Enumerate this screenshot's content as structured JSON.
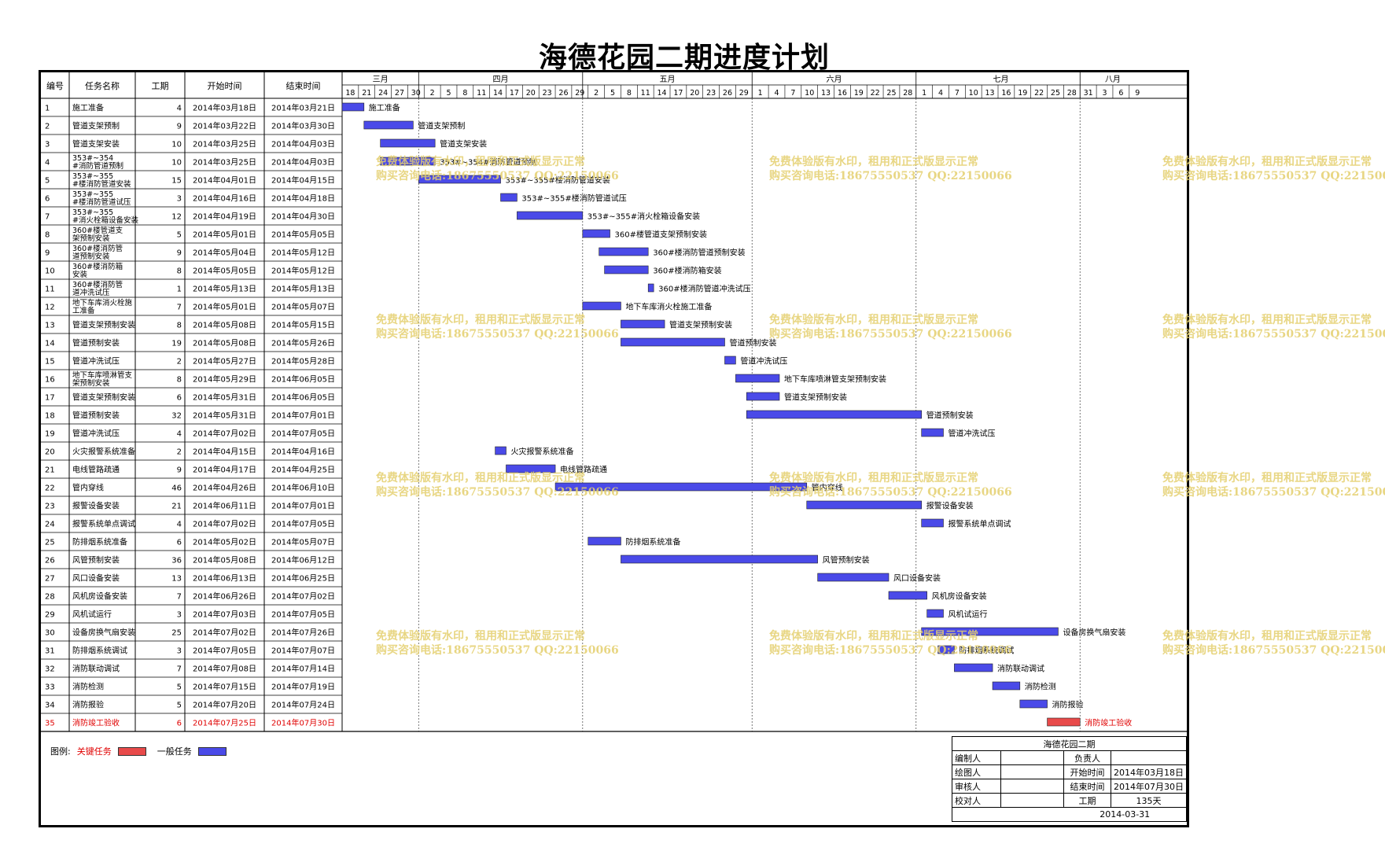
{
  "title": "海德花园二期进度计划",
  "columns": {
    "id": "编号",
    "name": "任务名称",
    "duration": "工期",
    "start": "开始时间",
    "end": "结束时间"
  },
  "timescale": {
    "months": [
      {
        "label": "三月",
        "start": "2014-03-18",
        "end": "2014-03-31"
      },
      {
        "label": "四月",
        "start": "2014-04-01",
        "end": "2014-04-30"
      },
      {
        "label": "五月",
        "start": "2014-05-01",
        "end": "2014-05-31"
      },
      {
        "label": "六月",
        "start": "2014-06-01",
        "end": "2014-06-30"
      },
      {
        "label": "七月",
        "start": "2014-07-01",
        "end": "2014-07-31"
      },
      {
        "label": "八月",
        "start": "2014-07-31",
        "end": "2014-08-11"
      }
    ],
    "ticks": [
      "18",
      "21",
      "24",
      "27",
      "30",
      "2",
      "5",
      "8",
      "11",
      "14",
      "17",
      "20",
      "23",
      "26",
      "29",
      "2",
      "5",
      "8",
      "11",
      "14",
      "17",
      "20",
      "23",
      "26",
      "29",
      "1",
      "4",
      "7",
      "10",
      "13",
      "16",
      "19",
      "22",
      "25",
      "28",
      "1",
      "4",
      "7",
      "10",
      "13",
      "16",
      "19",
      "22",
      "25",
      "28",
      "31",
      "3",
      "6",
      "9"
    ]
  },
  "colors": {
    "normal": "#4a4ae8",
    "critical": "#e84a4a",
    "critical_text": "#e00000",
    "watermark": "#e4cf6e"
  },
  "tasks": [
    {
      "id": "1",
      "name": "施工准备",
      "duration": 4,
      "start": "2014年03月18日",
      "end": "2014年03月21日",
      "bar_label": "施工准备",
      "critical": false
    },
    {
      "id": "2",
      "name": "管道支架预制",
      "duration": 9,
      "start": "2014年03月22日",
      "end": "2014年03月30日",
      "bar_label": "管道支架预制",
      "critical": false
    },
    {
      "id": "3",
      "name": "管道支架安装",
      "duration": 10,
      "start": "2014年03月25日",
      "end": "2014年04月03日",
      "bar_label": "管道支架安装",
      "critical": false
    },
    {
      "id": "4",
      "name": "353#~354#消防管道预制",
      "duration": 10,
      "start": "2014年03月25日",
      "end": "2014年04月03日",
      "bar_label": "353#~354#消防管道预制",
      "critical": false
    },
    {
      "id": "5",
      "name": "353#~355#楼消防管道安装",
      "duration": 15,
      "start": "2014年04月01日",
      "end": "2014年04月15日",
      "bar_label": "353#~355#楼消防管道安装",
      "critical": false
    },
    {
      "id": "6",
      "name": "353#~355#楼消防管道试压",
      "duration": 3,
      "start": "2014年04月16日",
      "end": "2014年04月18日",
      "bar_label": "353#~355#楼消防管道试压",
      "critical": false
    },
    {
      "id": "7",
      "name": "353#~355#消火栓箱设备安装",
      "duration": 12,
      "start": "2014年04月19日",
      "end": "2014年04月30日",
      "bar_label": "353#~355#消火栓箱设备安装",
      "critical": false
    },
    {
      "id": "8",
      "name": "360#楼管道支架预制安装",
      "duration": 5,
      "start": "2014年05月01日",
      "end": "2014年05月05日",
      "bar_label": "360#楼管道支架预制安装",
      "critical": false
    },
    {
      "id": "9",
      "name": "360#楼消防管道预制安装",
      "duration": 9,
      "start": "2014年05月04日",
      "end": "2014年05月12日",
      "bar_label": "360#楼消防管道预制安装",
      "critical": false
    },
    {
      "id": "10",
      "name": "360#楼消防箱安装",
      "duration": 8,
      "start": "2014年05月05日",
      "end": "2014年05月12日",
      "bar_label": "360#楼消防箱安装",
      "critical": false
    },
    {
      "id": "11",
      "name": "360#楼消防管道冲洗试压",
      "duration": 1,
      "start": "2014年05月13日",
      "end": "2014年05月13日",
      "bar_label": "360#楼消防管道冲洗试压",
      "critical": false
    },
    {
      "id": "12",
      "name": "地下车库消火栓施工准备",
      "duration": 7,
      "start": "2014年05月01日",
      "end": "2014年05月07日",
      "bar_label": "地下车库消火栓施工准备",
      "critical": false
    },
    {
      "id": "13",
      "name": "管道支架预制安装",
      "duration": 8,
      "start": "2014年05月08日",
      "end": "2014年05月15日",
      "bar_label": "管道支架预制安装",
      "critical": false
    },
    {
      "id": "14",
      "name": "管道预制安装",
      "duration": 19,
      "start": "2014年05月08日",
      "end": "2014年05月26日",
      "bar_label": "管道预制安装",
      "critical": false
    },
    {
      "id": "15",
      "name": "管道冲洗试压",
      "duration": 2,
      "start": "2014年05月27日",
      "end": "2014年05月28日",
      "bar_label": "管道冲洗试压",
      "critical": false
    },
    {
      "id": "16",
      "name": "地下车库喷淋管支架预制安装",
      "duration": 8,
      "start": "2014年05月29日",
      "end": "2014年06月05日",
      "bar_label": "地下车库喷淋管支架预制安装",
      "critical": false
    },
    {
      "id": "17",
      "name": "管道支架预制安装",
      "duration": 6,
      "start": "2014年05月31日",
      "end": "2014年06月05日",
      "bar_label": "管道支架预制安装",
      "critical": false
    },
    {
      "id": "18",
      "name": "管道预制安装",
      "duration": 32,
      "start": "2014年05月31日",
      "end": "2014年07月01日",
      "bar_label": "管道预制安装",
      "critical": false
    },
    {
      "id": "19",
      "name": "管道冲洗试压",
      "duration": 4,
      "start": "2014年07月02日",
      "end": "2014年07月05日",
      "bar_label": "管道冲洗试压",
      "critical": false
    },
    {
      "id": "20",
      "name": "火灾报警系统准备",
      "duration": 2,
      "start": "2014年04月15日",
      "end": "2014年04月16日",
      "bar_label": "火灾报警系统准备",
      "critical": false
    },
    {
      "id": "21",
      "name": "电线管路疏通",
      "duration": 9,
      "start": "2014年04月17日",
      "end": "2014年04月25日",
      "bar_label": "电线管路疏通",
      "critical": false
    },
    {
      "id": "22",
      "name": "管内穿线",
      "duration": 46,
      "start": "2014年04月26日",
      "end": "2014年06月10日",
      "bar_label": "管内穿线",
      "critical": false
    },
    {
      "id": "23",
      "name": "报警设备安装",
      "duration": 21,
      "start": "2014年06月11日",
      "end": "2014年07月01日",
      "bar_label": "报警设备安装",
      "critical": false
    },
    {
      "id": "24",
      "name": "报警系统单点调试",
      "duration": 4,
      "start": "2014年07月02日",
      "end": "2014年07月05日",
      "bar_label": "报警系统单点调试",
      "critical": false
    },
    {
      "id": "25",
      "name": "防排烟系统准备",
      "duration": 6,
      "start": "2014年05月02日",
      "end": "2014年05月07日",
      "bar_label": "防排烟系统准备",
      "critical": false
    },
    {
      "id": "26",
      "name": "风管预制安装",
      "duration": 36,
      "start": "2014年05月08日",
      "end": "2014年06月12日",
      "bar_label": "风管预制安装",
      "critical": false
    },
    {
      "id": "27",
      "name": "风口设备安装",
      "duration": 13,
      "start": "2014年06月13日",
      "end": "2014年06月25日",
      "bar_label": "风口设备安装",
      "critical": false
    },
    {
      "id": "28",
      "name": "风机房设备安装",
      "duration": 7,
      "start": "2014年06月26日",
      "end": "2014年07月02日",
      "bar_label": "风机房设备安装",
      "critical": false
    },
    {
      "id": "29",
      "name": "风机试运行",
      "duration": 3,
      "start": "2014年07月03日",
      "end": "2014年07月05日",
      "bar_label": "风机试运行",
      "critical": false
    },
    {
      "id": "30",
      "name": "设备房换气扇安装",
      "duration": 25,
      "start": "2014年07月02日",
      "end": "2014年07月26日",
      "bar_label": "设备房换气扇安装",
      "critical": false
    },
    {
      "id": "31",
      "name": "防排烟系统调试",
      "duration": 3,
      "start": "2014年07月05日",
      "end": "2014年07月07日",
      "bar_label": "防排烟系统调试",
      "critical": false
    },
    {
      "id": "32",
      "name": "消防联动调试",
      "duration": 7,
      "start": "2014年07月08日",
      "end": "2014年07月14日",
      "bar_label": "消防联动调试",
      "critical": false
    },
    {
      "id": "33",
      "name": "消防检测",
      "duration": 5,
      "start": "2014年07月15日",
      "end": "2014年07月19日",
      "bar_label": "消防检测",
      "critical": false
    },
    {
      "id": "34",
      "name": "消防报验",
      "duration": 5,
      "start": "2014年07月20日",
      "end": "2014年07月24日",
      "bar_label": "消防报验",
      "critical": false
    },
    {
      "id": "35",
      "name": "消防竣工验收",
      "duration": 6,
      "start": "2014年07月25日",
      "end": "2014年07月30日",
      "bar_label": "消防竣工验收",
      "critical": true
    }
  ],
  "bar_dates": [
    [
      "2014-03-18",
      "2014-03-21"
    ],
    [
      "2014-03-22",
      "2014-03-30"
    ],
    [
      "2014-03-25",
      "2014-04-03"
    ],
    [
      "2014-03-25",
      "2014-04-03"
    ],
    [
      "2014-04-01",
      "2014-04-15"
    ],
    [
      "2014-04-16",
      "2014-04-18"
    ],
    [
      "2014-04-19",
      "2014-04-30"
    ],
    [
      "2014-05-01",
      "2014-05-05"
    ],
    [
      "2014-05-04",
      "2014-05-12"
    ],
    [
      "2014-05-05",
      "2014-05-12"
    ],
    [
      "2014-05-13",
      "2014-05-13"
    ],
    [
      "2014-05-01",
      "2014-05-07"
    ],
    [
      "2014-05-08",
      "2014-05-15"
    ],
    [
      "2014-05-08",
      "2014-05-26"
    ],
    [
      "2014-05-27",
      "2014-05-28"
    ],
    [
      "2014-05-29",
      "2014-06-05"
    ],
    [
      "2014-05-31",
      "2014-06-05"
    ],
    [
      "2014-05-31",
      "2014-07-01"
    ],
    [
      "2014-07-02",
      "2014-07-05"
    ],
    [
      "2014-04-15",
      "2014-04-16"
    ],
    [
      "2014-04-17",
      "2014-04-25"
    ],
    [
      "2014-04-26",
      "2014-06-10"
    ],
    [
      "2014-06-11",
      "2014-07-01"
    ],
    [
      "2014-07-02",
      "2014-07-05"
    ],
    [
      "2014-05-02",
      "2014-05-07"
    ],
    [
      "2014-05-08",
      "2014-06-12"
    ],
    [
      "2014-06-13",
      "2014-06-25"
    ],
    [
      "2014-06-26",
      "2014-07-02"
    ],
    [
      "2014-07-03",
      "2014-07-05"
    ],
    [
      "2014-07-02",
      "2014-07-26"
    ],
    [
      "2014-07-05",
      "2014-07-07"
    ],
    [
      "2014-07-08",
      "2014-07-14"
    ],
    [
      "2014-07-15",
      "2014-07-19"
    ],
    [
      "2014-07-20",
      "2014-07-24"
    ],
    [
      "2014-07-25",
      "2014-07-30"
    ]
  ],
  "legend": {
    "label": "图例:",
    "critical": "关键任务",
    "normal": "一般任务"
  },
  "infobox": {
    "header": "海德花园二期",
    "rows": [
      {
        "l1": "编制人",
        "v1": "",
        "l2": "负责人",
        "v2": ""
      },
      {
        "l1": "绘图人",
        "v1": "",
        "l2": "开始时间",
        "v2": "2014年03月18日"
      },
      {
        "l1": "审核人",
        "v1": "",
        "l2": "结束时间",
        "v2": "2014年07月30日"
      },
      {
        "l1": "校对人",
        "v1": "",
        "l2": "工期",
        "v2": "135天"
      }
    ],
    "date": "2014-03-31"
  },
  "watermark": {
    "line1": "免费体验版有水印，租用和正式版显示正常",
    "line2": "购买咨询电话:18675550537 QQ:22150066"
  }
}
